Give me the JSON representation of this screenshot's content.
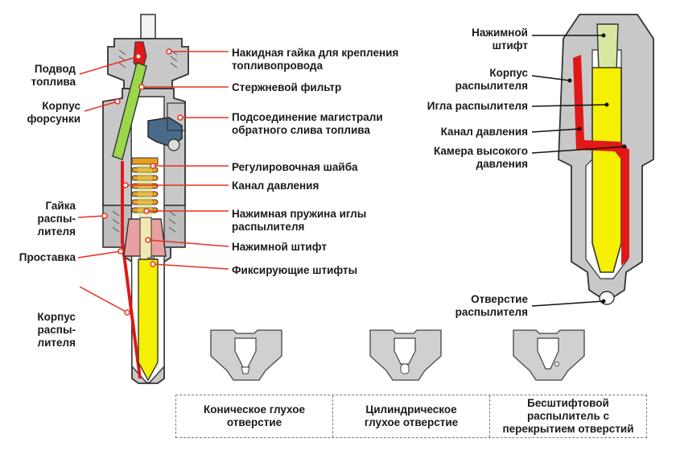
{
  "left_labels": {
    "fuel_inlet": "Подвод\nтоплива",
    "injector_body": "Корпус\nфорсунки",
    "nozzle_nut": "Гайка\nраспы-\nлителя",
    "spacer": "Проставка",
    "nozzle_body": "Корпус\nраспы-\nлителя"
  },
  "right_labels": {
    "union_nut": "Накидная гайка для крепления\nтопливопровода",
    "edge_filter": "Стержневой фильтр",
    "leak_off": "Подсоединение магистрали\nобратного слива топлива",
    "shim": "Регулировочная шайба",
    "pressure_channel": "Канал давления",
    "needle_spring": "Нажимная пружина иглы\nраспылителя",
    "push_pin": "Нажимной штифт",
    "locating_pins": "Фиксирующие штифты"
  },
  "nozzle_labels": {
    "push_pin": "Нажимной\nштифт",
    "nozzle_body": "Корпус\nраспылителя",
    "needle": "Игла распылителя",
    "pressure_channel": "Канал давления",
    "chamber": "Камера высокого\nдавления",
    "orifice": "Отверстие\nраспылителя"
  },
  "table": {
    "col1": "Коническое глухое\nотверстие",
    "col2": "Цилиндрическое\nглухое отверстие",
    "col3": "Бесштифтовой\nраспылитель с\nперекрытием отверстий"
  },
  "colors": {
    "body_gray": "#c8c8c8",
    "outline": "#333333",
    "fuel_red": "#e01818",
    "needle_yellow": "#f4f000",
    "filter_green": "#9ad84a",
    "spring_orange": "#e8a020",
    "leader_red": "#e83020",
    "return_blue": "#4a6a8a"
  }
}
